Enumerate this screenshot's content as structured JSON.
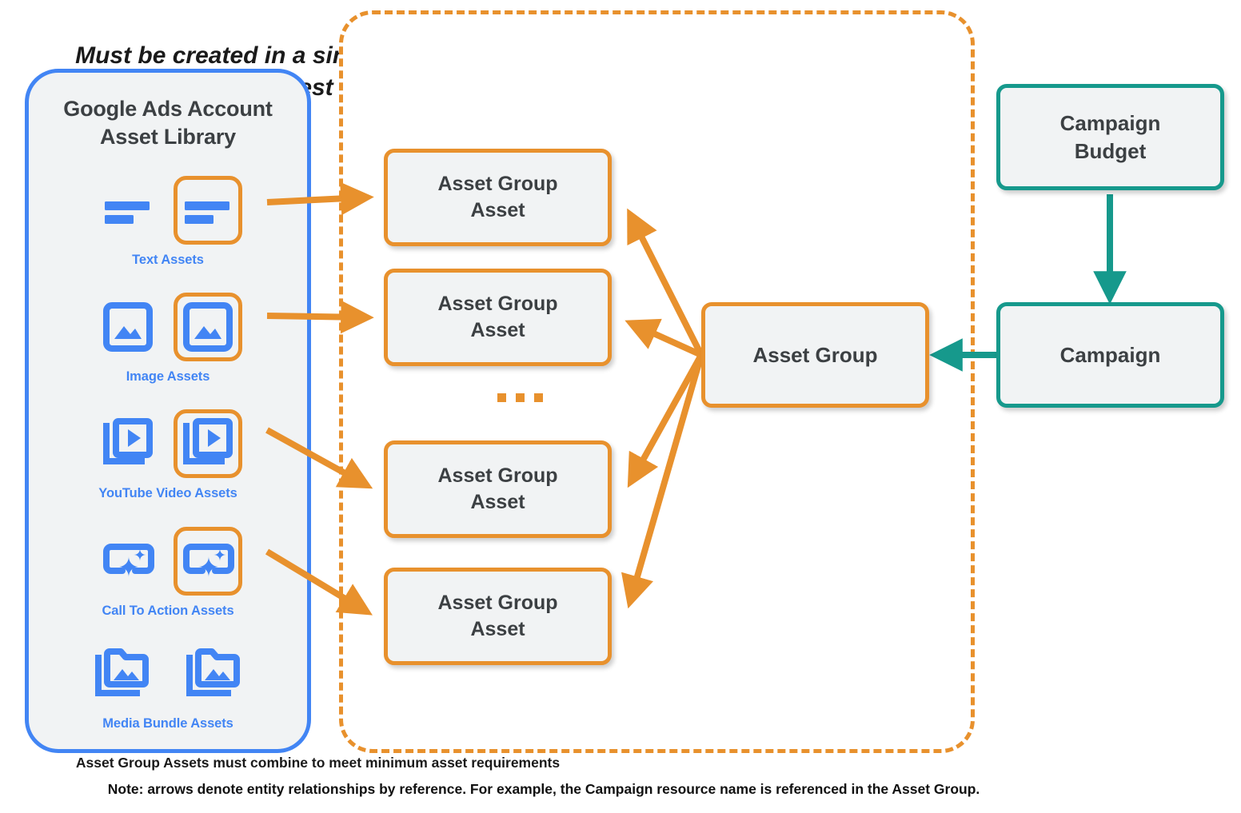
{
  "library": {
    "title": "Google Ads Account\nAsset Library",
    "title_line1": "Google Ads Account",
    "title_line2": "Asset Library",
    "assets": [
      {
        "caption": "Text Assets",
        "icon": "text-lines-icon",
        "highlighted": true
      },
      {
        "caption": "Image Assets",
        "icon": "image-icon",
        "highlighted": true
      },
      {
        "caption": "YouTube Video  Assets",
        "icon": "video-stack-icon",
        "highlighted": true
      },
      {
        "caption": "Call To Action Assets",
        "icon": "call-to-action-sparkle-icon",
        "highlighted": true
      },
      {
        "caption": "Media Bundle  Assets",
        "icon": "media-bundle-folder-icon",
        "highlighted": false
      }
    ]
  },
  "mutate_container": {
    "title_line1": "Must be created in a single mutate request",
    "title_line2": "or request will fail",
    "footnote": "Asset Group Assets must combine to meet minimum asset requirements",
    "ellipsis": "..."
  },
  "nodes": {
    "asset_group_assets": [
      {
        "label": "Asset Group\nAsset",
        "line1": "Asset Group",
        "line2": "Asset"
      },
      {
        "label": "Asset Group\nAsset",
        "line1": "Asset Group",
        "line2": "Asset"
      },
      {
        "label": "Asset Group\nAsset",
        "line1": "Asset Group",
        "line2": "Asset"
      },
      {
        "label": "Asset Group\nAsset",
        "line1": "Asset Group",
        "line2": "Asset"
      }
    ],
    "asset_group": {
      "label": "Asset Group"
    },
    "campaign_budget": {
      "line1": "Campaign",
      "line2": "Budget"
    },
    "campaign": {
      "label": "Campaign"
    }
  },
  "note": "Note: arrows denote entity relationships by reference. For example, the Campaign resource name is referenced in the Asset Group.",
  "colors": {
    "orange": "#E8912D",
    "blue": "#4285F4",
    "teal": "#16998C",
    "node_fill": "#F1F3F4",
    "text_dark": "#3C4043"
  }
}
